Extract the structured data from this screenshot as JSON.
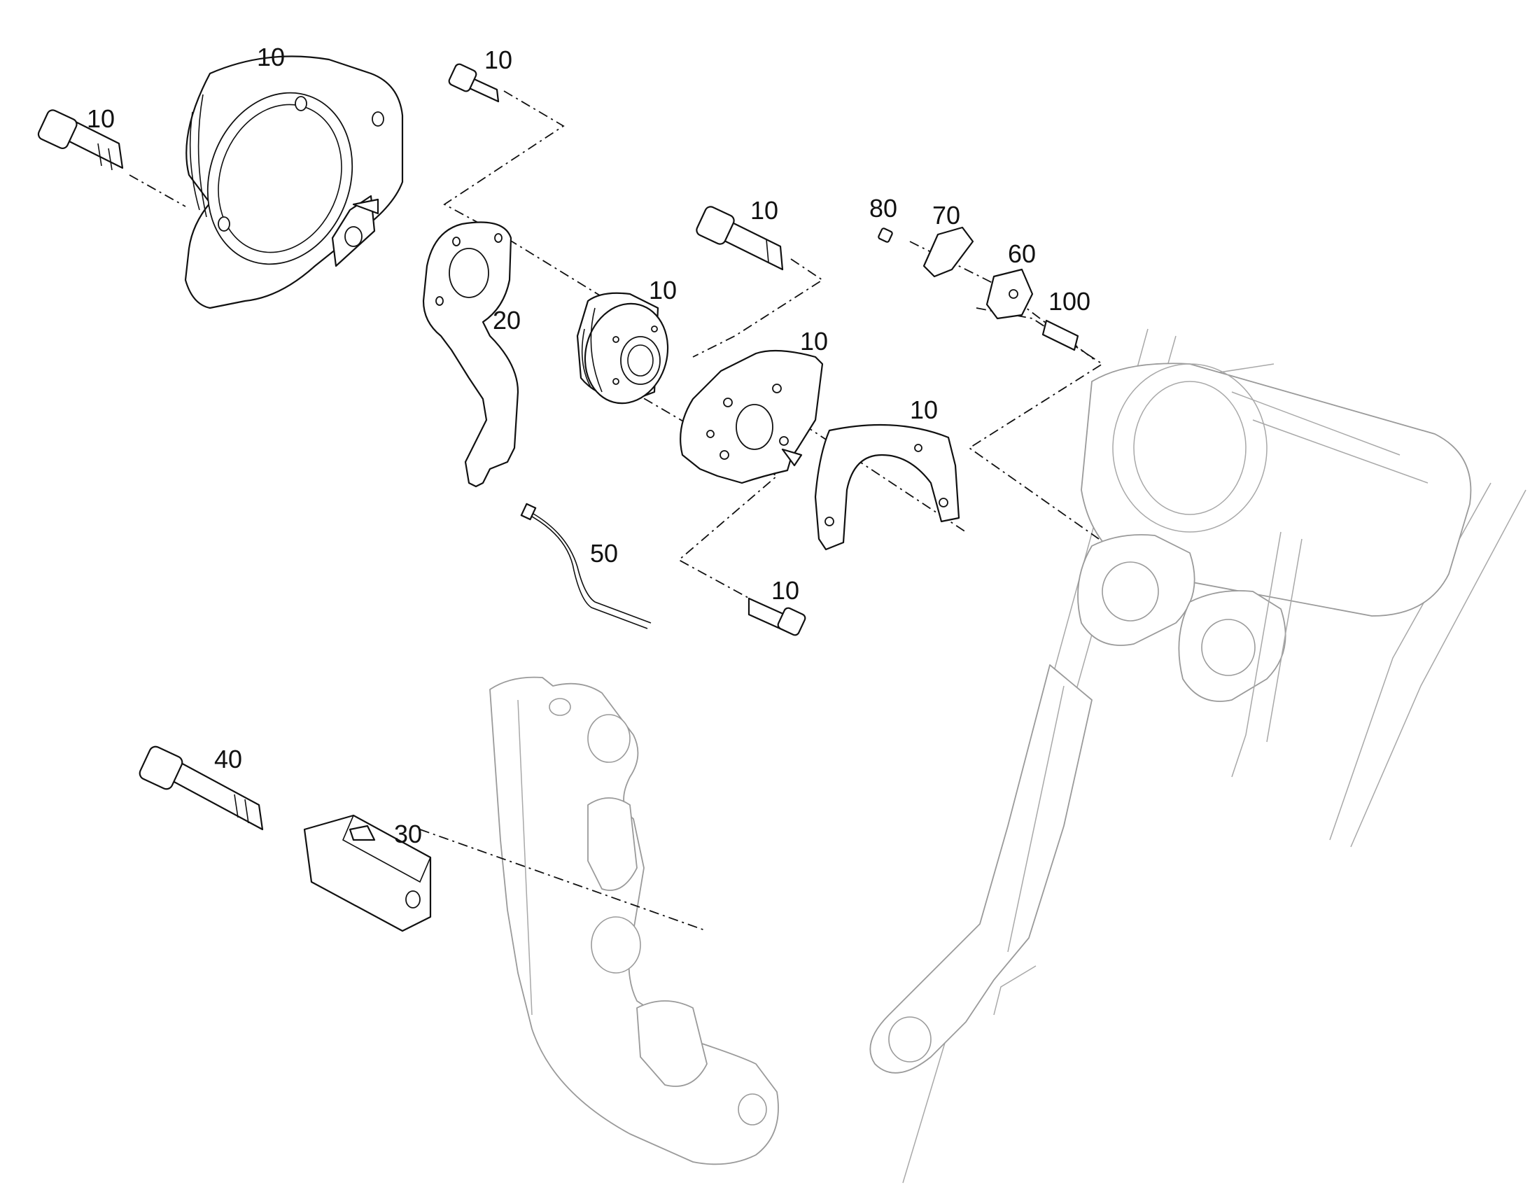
{
  "callouts": {
    "ring_flange": "10",
    "bolt_upper_left": "10",
    "bolt_top": "10",
    "bracket": "20",
    "clutch_unit": "10",
    "bolt_mid": "10",
    "screw_80": "80",
    "clip_70": "70",
    "block_60": "60",
    "pin_100": "100",
    "plate_disc": "10",
    "half_ring": "10",
    "cable": "50",
    "bolt_bottom": "10",
    "bolt_40": "40",
    "wedge_30": "30"
  }
}
